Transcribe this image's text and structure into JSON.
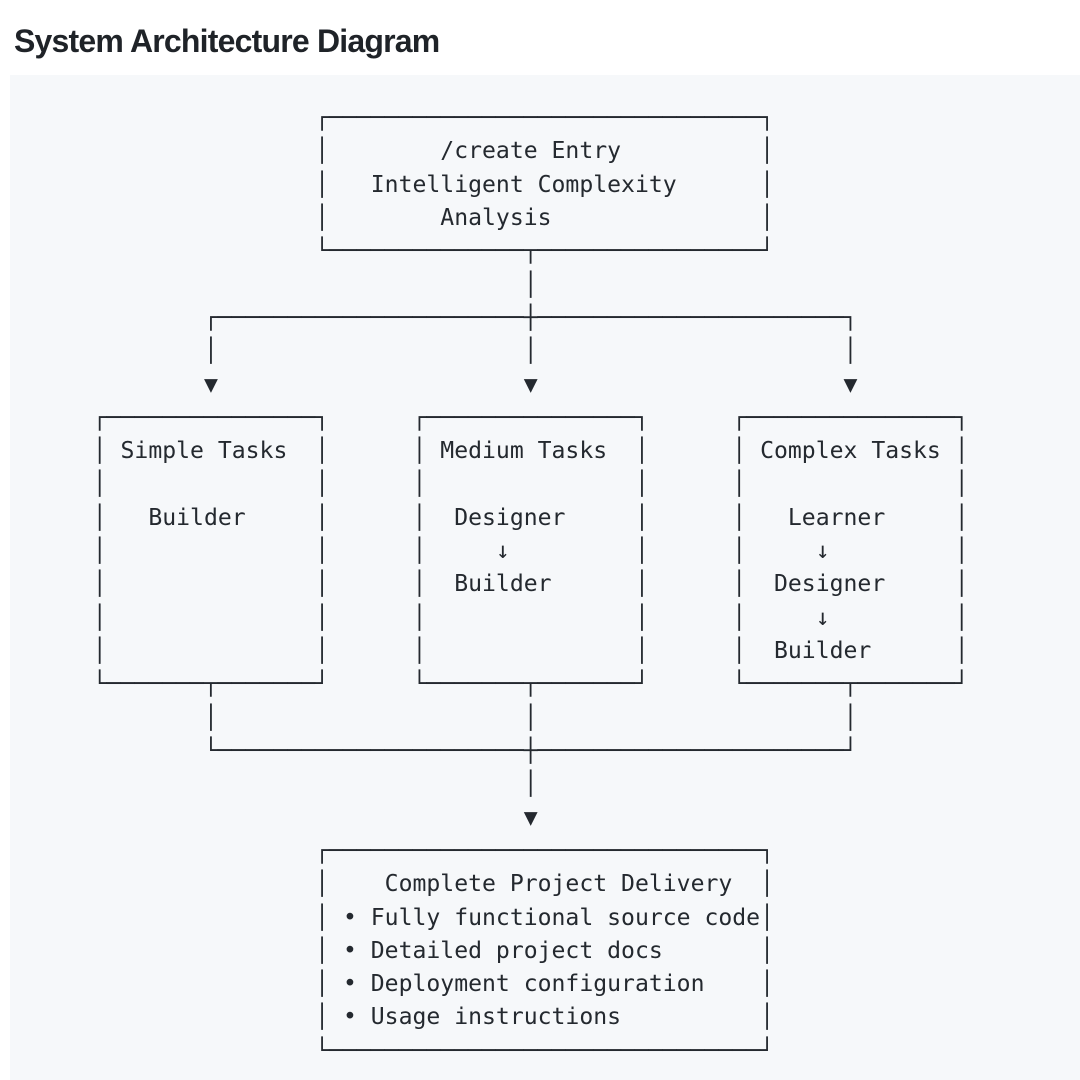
{
  "page": {
    "title": "System Architecture Diagram"
  },
  "colors": {
    "page_bg": "#ffffff",
    "panel_bg": "#f6f8fa",
    "diagram_text": "#24292f",
    "title_text": "#1f2328"
  },
  "diagram": {
    "nodes": {
      "entry": {
        "lines": [
          "/create Entry",
          "Intelligent Complexity",
          "Analysis"
        ]
      },
      "branches": [
        {
          "title": "Simple Tasks",
          "flow": [
            "Builder"
          ]
        },
        {
          "title": "Medium Tasks",
          "flow": [
            "Designer",
            "Builder"
          ]
        },
        {
          "title": "Complex Tasks",
          "flow": [
            "Learner",
            "Designer",
            "Builder"
          ]
        }
      ],
      "delivery": {
        "title": "Complete Project Delivery",
        "bullets": [
          "Fully functional source code",
          "Detailed project docs",
          "Deployment configuration",
          "Usage instructions"
        ]
      }
    },
    "ascii_lines": [
      "                   ┌───────────────────────────────┐",
      "                   │        /create Entry          │",
      "                   │   Intelligent Complexity      │",
      "                   │        Analysis               │",
      "                   └──────────────┬────────────────┘",
      "                                  │",
      "           ┌──────────────────────┼──────────────────────┐",
      "           │                      │                      │",
      "           ▼                      ▼                      ▼",
      "   ┌───────────────┐      ┌───────────────┐      ┌───────────────┐",
      "   │ Simple Tasks  │      │ Medium Tasks  │      │ Complex Tasks │",
      "   │               │      │               │      │               │",
      "   │   Builder     │      │  Designer     │      │   Learner     │",
      "   │               │      │     ↓         │      │     ↓         │",
      "   │               │      │  Builder      │      │  Designer     │",
      "   │               │      │               │      │     ↓         │",
      "   │               │      │               │      │  Builder      │",
      "   └───────┬───────┘      └───────┬───────┘      └───────┬───────┘",
      "           │                      │                      │",
      "           └──────────────────────┼──────────────────────┘",
      "                                  │",
      "                                  ▼",
      "                   ┌───────────────────────────────┐",
      "                   │    Complete Project Delivery  │",
      "                   │ • Fully functional source code│",
      "                   │ • Detailed project docs       │",
      "                   │ • Deployment configuration    │",
      "                   │ • Usage instructions          │",
      "                   └───────────────────────────────┘"
    ]
  }
}
